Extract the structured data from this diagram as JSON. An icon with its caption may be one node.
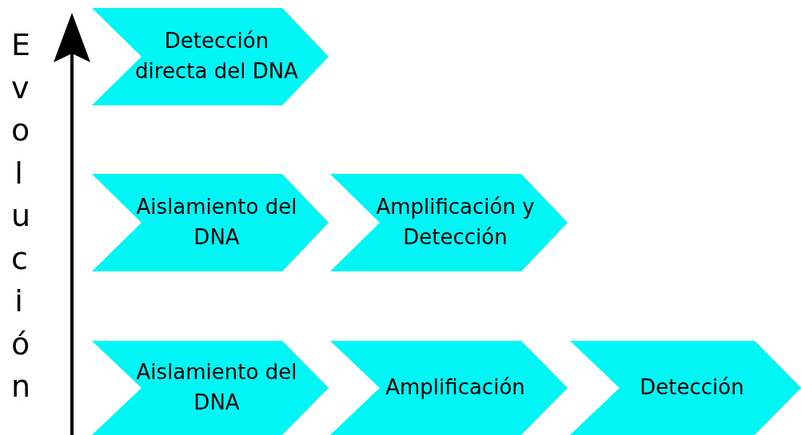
{
  "diagram": {
    "nodes": [
      {
        "text": [
          "Detección directa del DNA"
        ]
      },
      {
        "text": [
          "Aislamiento del DNA"
        ]
      },
      {
        "text": [
          "Amplificación y Detección"
        ]
      },
      {
        "text": [
          "Aislamiento del DNA"
        ]
      },
      {
        "text": [
          "Amplificación"
        ]
      },
      {
        "text": [
          "Detección"
        ]
      }
    ],
    "labels": [
      "Evolución"
    ]
  }
}
